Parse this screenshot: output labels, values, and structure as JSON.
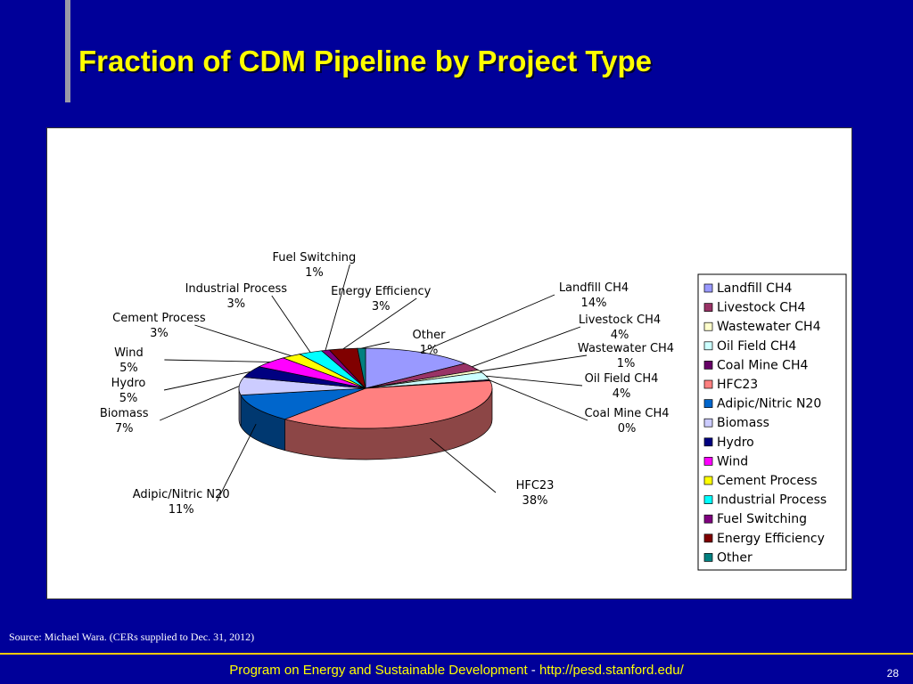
{
  "slide": {
    "title": "Fraction of CDM Pipeline by Project Type",
    "source": "Source: Michael Wara. (CERs supplied to Dec. 31, 2012)",
    "footer_text": "Program on Energy and Sustainable Development",
    "footer_sep": " - ",
    "footer_url": "http://pesd.stanford.edu/",
    "page_number": "28"
  },
  "chart_data": {
    "type": "pie",
    "legend_position": "right",
    "slices": [
      {
        "label": "Landfill CH4",
        "pct": "14%",
        "value": 14,
        "color": "#9999ff"
      },
      {
        "label": "Livestock CH4",
        "pct": "4%",
        "value": 3,
        "color": "#993366"
      },
      {
        "label": "Wastewater CH4",
        "pct": "1%",
        "value": 1,
        "color": "#ffffcc"
      },
      {
        "label": "Oil Field CH4",
        "pct": "4%",
        "value": 3,
        "color": "#ccffff"
      },
      {
        "label": "Coal Mine CH4",
        "pct": "0%",
        "value": 0.4,
        "color": "#660066"
      },
      {
        "label": "HFC23",
        "pct": "38%",
        "value": 38,
        "color": "#ff8080"
      },
      {
        "label": "Adipic/Nitric N20",
        "pct": "11%",
        "value": 11,
        "color": "#0066cc"
      },
      {
        "label": "Biomass",
        "pct": "7%",
        "value": 7,
        "color": "#ccccff"
      },
      {
        "label": "Hydro",
        "pct": "5%",
        "value": 4.5,
        "color": "#000080"
      },
      {
        "label": "Wind",
        "pct": "5%",
        "value": 4.5,
        "color": "#ff00ff"
      },
      {
        "label": "Cement Process",
        "pct": "3%",
        "value": 2.5,
        "color": "#ffff00"
      },
      {
        "label": "Industrial Process",
        "pct": "3%",
        "value": 3,
        "color": "#00ffff"
      },
      {
        "label": "Fuel Switching",
        "pct": "1%",
        "value": 1,
        "color": "#800080"
      },
      {
        "label": "Energy Efficiency",
        "pct": "3%",
        "value": 3.5,
        "color": "#800000"
      },
      {
        "label": "Other",
        "pct": "1%",
        "value": 1,
        "color": "#008080"
      }
    ]
  }
}
